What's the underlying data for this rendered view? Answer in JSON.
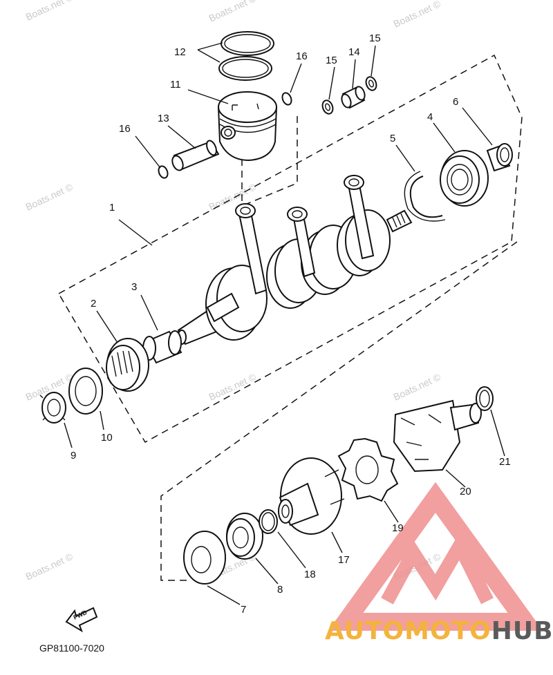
{
  "diagram": {
    "code": "GP81100-7020",
    "fwd_label": "FWD",
    "part_numbers": {
      "p1": "1",
      "p2": "2",
      "p3": "3",
      "p4": "4",
      "p5": "5",
      "p6": "6",
      "p7": "7",
      "p8": "8",
      "p9": "9",
      "p10": "10",
      "p11": "11",
      "p12": "12",
      "p13": "13",
      "p14": "14",
      "p15a": "15",
      "p15b": "15",
      "p16a": "16",
      "p16b": "16",
      "p17": "17",
      "p18": "18",
      "p19": "19",
      "p20": "20",
      "p21": "21"
    }
  },
  "watermark": "Boats.net ©",
  "logo": {
    "auto": "AUTO",
    "moto": "MOTO",
    "hub": "HUB",
    "triangle_color": "#ef8f8f",
    "accent_color": "#f4b33c",
    "dark_color": "#5a5a5a"
  }
}
